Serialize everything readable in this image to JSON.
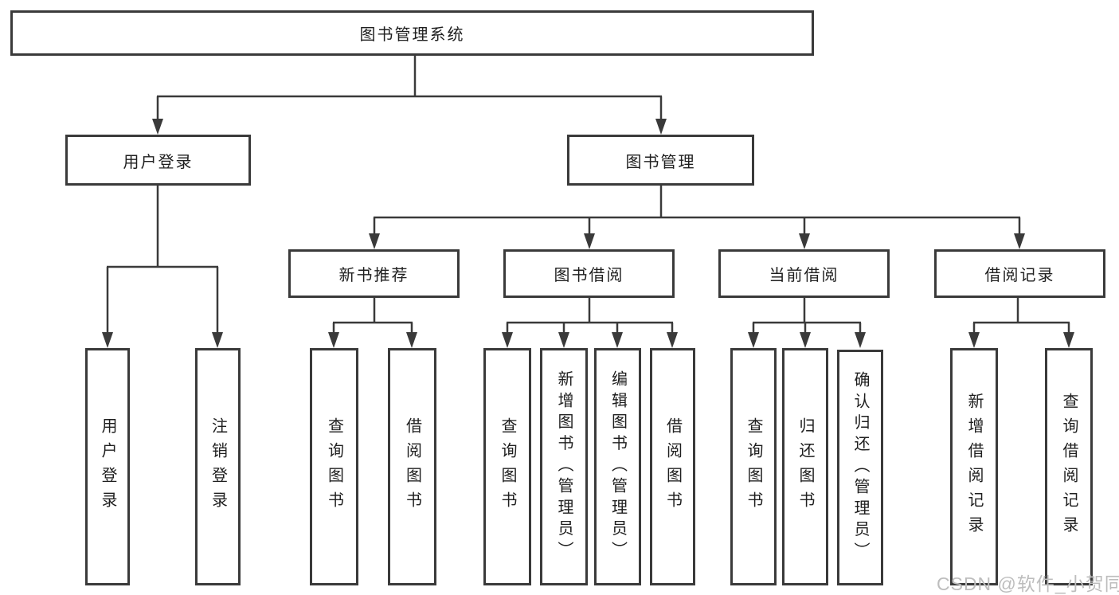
{
  "colors": {
    "line": "#3a3a3a",
    "ink": "#1f1f1f",
    "watermark": "#bdbdbd"
  },
  "watermark": {
    "text": "CSDN @软件_小贺同学"
  },
  "tree": {
    "root": "图书管理系统",
    "branches": [
      {
        "label": "用户登录",
        "children": [
          "用户登录",
          "注销登录"
        ]
      },
      {
        "label": "图书管理",
        "children": [
          {
            "label": "新书推荐",
            "children": [
              "查询图书",
              "借阅图书"
            ]
          },
          {
            "label": "图书借阅",
            "children": [
              "查询图书",
              "新增图书（管理员）",
              "编辑图书（管理员）",
              "借阅图书"
            ]
          },
          {
            "label": "当前借阅",
            "children": [
              "查询图书",
              "归还图书",
              "确认归还（管理员）"
            ]
          },
          {
            "label": "借阅记录",
            "children": [
              "新增借阅记录",
              "查询借阅记录"
            ]
          }
        ]
      }
    ]
  }
}
